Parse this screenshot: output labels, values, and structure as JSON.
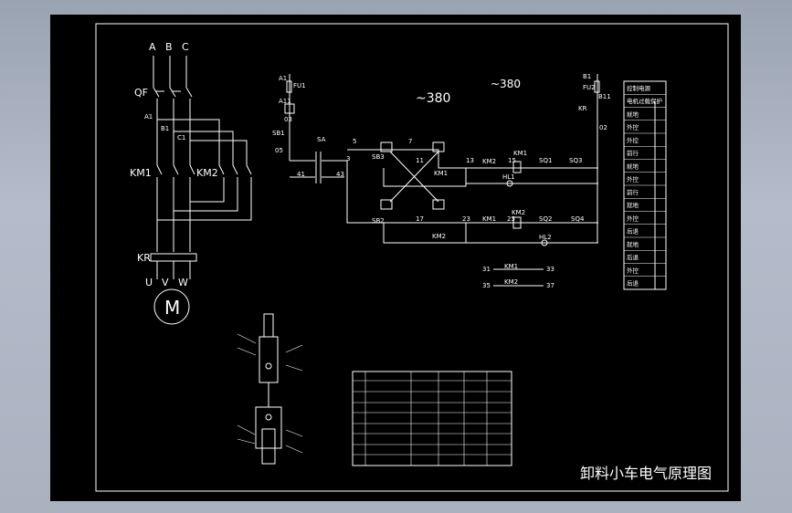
{
  "diagram": {
    "title": "卸料小车电气原理图",
    "voltage": "~380",
    "power": {
      "phases": [
        "A",
        "B",
        "C"
      ],
      "breaker": "QF",
      "contactor_1": "KM1",
      "contactor_2": "KM2",
      "relay": "KR",
      "terminals": [
        "U",
        "V",
        "W"
      ],
      "motor": "M",
      "nodes": [
        "A1",
        "B1",
        "C1"
      ]
    },
    "control": {
      "left_supply": "A1",
      "left_fuse": "FU1",
      "a11": "A11",
      "n03": "03",
      "sb1": "SB1",
      "n05": "05",
      "sa": "SA",
      "n41": "41",
      "n43": "43",
      "n3": "3",
      "n5": "5",
      "n7": "7",
      "sb3": "SB3",
      "n11": "11",
      "km1_r1": "KM1",
      "n13": "13",
      "km2_r1": "KM2",
      "km1_coil": "KM1",
      "n15": "15",
      "sq1": "SQ1",
      "sq3": "SQ3",
      "hl1": "HL1",
      "sb2": "SB2",
      "n17": "17",
      "n23": "23",
      "km1_r2": "KM1",
      "km2_coil": "KM2",
      "n25": "25",
      "sq2": "SQ2",
      "sq4": "SQ4",
      "km2_r2": "KM2",
      "hl2": "HL2",
      "right_supply": "B1",
      "right_fuse": "FU2",
      "b11": "B11",
      "kr": "KR",
      "n02": "02"
    },
    "aux": [
      {
        "start": "31",
        "label": "KM1",
        "end": "33"
      },
      {
        "start": "35",
        "label": "KM2",
        "end": "37"
      }
    ],
    "legend_rows": [
      "控制电源",
      "电机过载保护",
      "就地",
      "外控",
      "外控",
      "前行",
      "就地",
      "外控",
      "前行",
      "就地",
      "外控",
      "后退",
      "就地",
      "后退",
      "外控",
      "后退"
    ]
  }
}
